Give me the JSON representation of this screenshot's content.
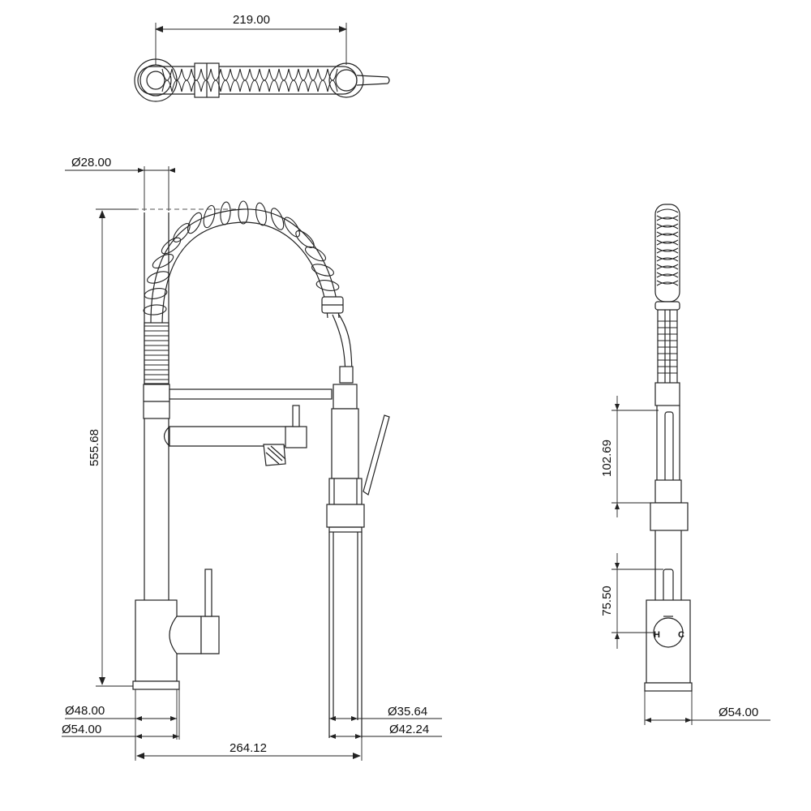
{
  "dimensions": {
    "top_width": "219.00",
    "pipe_diameter": "Ø28.00",
    "total_height": "555.68",
    "base_inner_diameter": "Ø48.00",
    "base_outer_diameter": "Ø54.00",
    "reach": "264.12",
    "spray_inner_diameter": "Ø35.64",
    "spray_outer_diameter": "Ø42.24",
    "side_upper_height": "102.69",
    "side_lower_height": "75.50",
    "side_base_diameter": "Ø54.00"
  },
  "labels": {
    "hot": "H",
    "cold": "C"
  }
}
